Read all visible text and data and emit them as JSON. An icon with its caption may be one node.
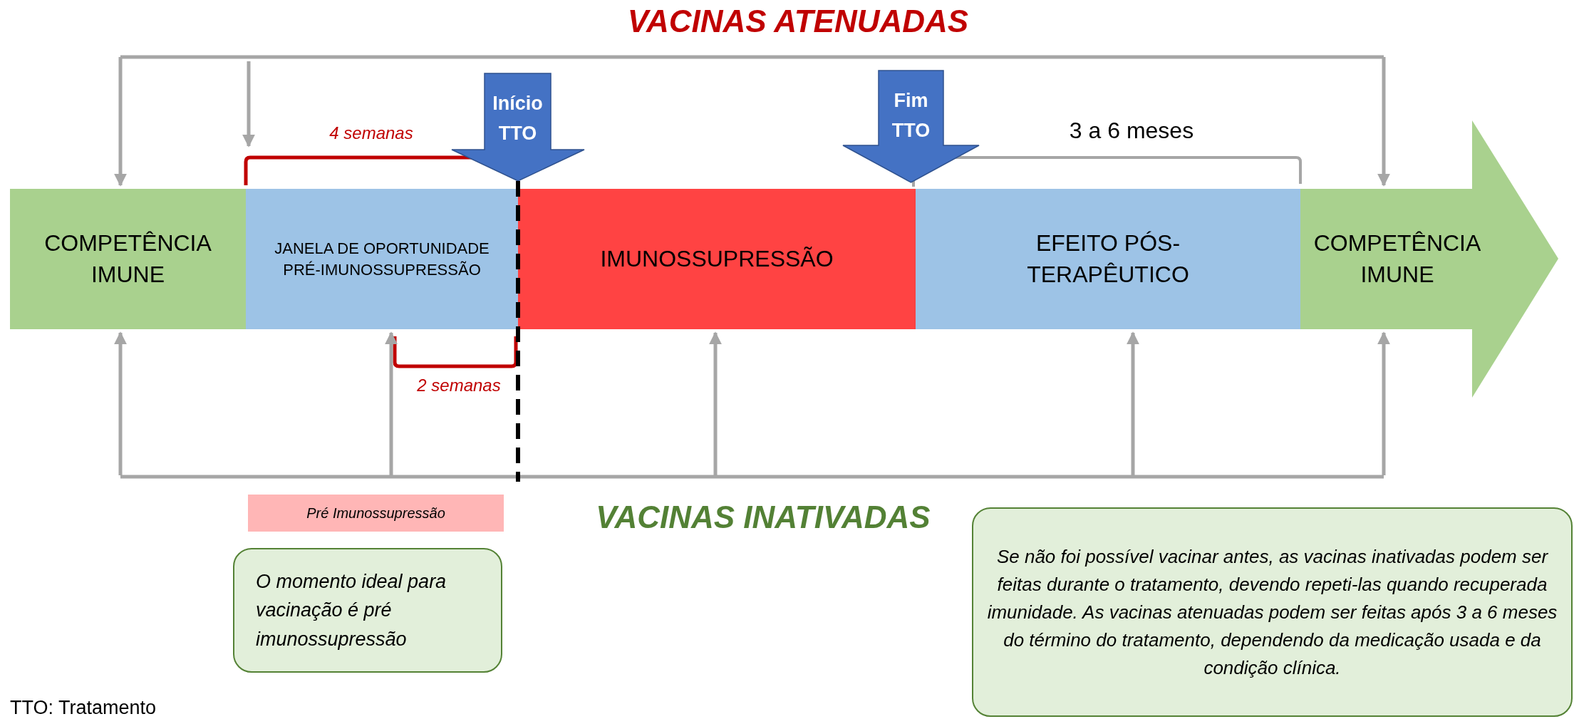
{
  "diagram": {
    "nodes": [
      {
        "text": [
          "COMPETÊNCIA IMUNE"
        ]
      },
      {
        "text": [
          "JANELA DE OPORTUNIDADE PRÉ-IMUNOSSUPRESSÃO"
        ]
      },
      {
        "text": [
          "IMUNOSSUPRESSÃO"
        ]
      },
      {
        "text": [
          "EFEITO PÓS-TERAPÊUTICO"
        ]
      },
      {
        "text": [
          "COMPETÊNCIA IMUNE"
        ]
      },
      {
        "text": [
          "Início TTO"
        ]
      },
      {
        "text": [
          "Fim TTO"
        ]
      },
      {
        "text": [
          "Pré Imunossupressão"
        ]
      },
      {
        "text": [
          "O momento ideal para vacinação é pré imunossupressão"
        ]
      },
      {
        "text": [
          "Se não foi possível vacinar antes, as vacinas inativadas podem ser feitas durante o tratamento, devendo repeti-las quando recuperada imunidade. As vacinas atenuadas podem ser feitas após 3 a 6 meses do término do tratamento, dependendo da medicação usada e da condição clínica."
        ]
      }
    ],
    "edges": [
      {
        "from": null,
        "to": 0,
        "arrow": "to"
      },
      {
        "from": null,
        "to": 1,
        "arrow": "to"
      },
      {
        "from": null,
        "to": 4,
        "arrow": "to"
      },
      {
        "from": null,
        "to": 0,
        "arrow": "to"
      },
      {
        "from": null,
        "to": 1,
        "arrow": "to"
      },
      {
        "from": null,
        "to": 2,
        "arrow": "to"
      },
      {
        "from": null,
        "to": 3,
        "arrow": "to"
      },
      {
        "from": null,
        "to": 4,
        "arrow": "to"
      }
    ],
    "labels": [
      "VACINAS ATENUADAS",
      "4 semanas",
      "3 a 6 meses",
      "2 semanas",
      "VACINAS INATIVADAS",
      "TTO: Tratamento"
    ]
  }
}
